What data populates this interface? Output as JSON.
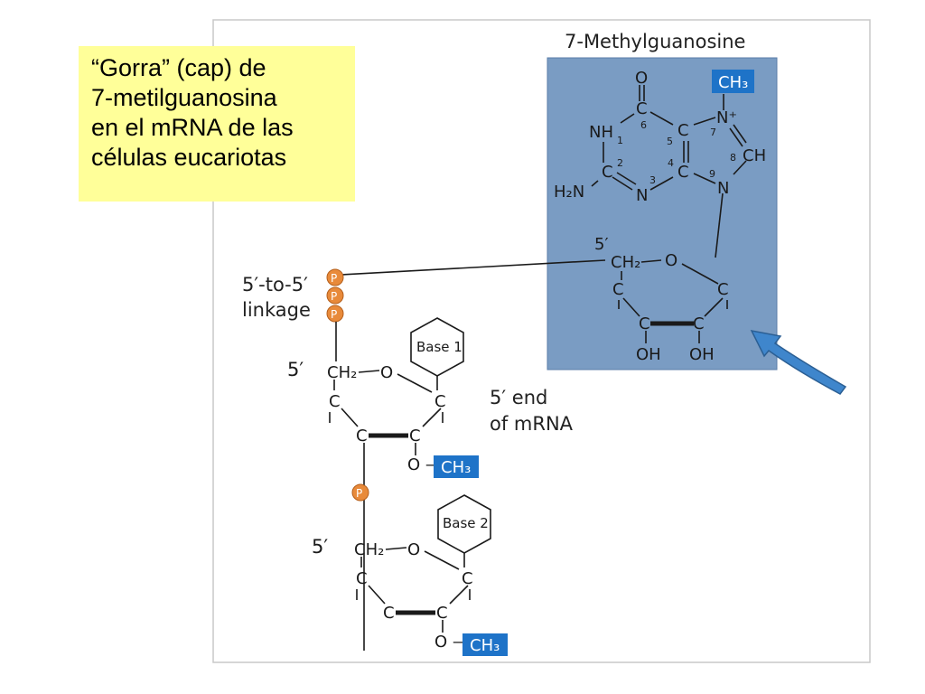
{
  "note": {
    "lines": [
      "“Gorra” (cap) de",
      "7-metilguanosina",
      "en el mRNA de las",
      "células eucariotas"
    ]
  },
  "diagram": {
    "title": "7-Methylguanosine",
    "linkage": [
      "5′-to-5′",
      "linkage"
    ],
    "end_label": [
      "5′ end",
      "of mRNA"
    ],
    "prime_5": "5′",
    "phosphate": "P",
    "methyl": "CH₃",
    "bases": [
      "Base 1",
      "Base 2"
    ],
    "atoms": {
      "O": "O",
      "C": "C",
      "N": "N",
      "NH": "NH",
      "N_plus": "N⁺",
      "CH": "CH",
      "H2N": "H₂N",
      "CH2": "CH₂",
      "OH": "OH",
      "O_bond": "O —"
    },
    "ring_numbers": [
      "1",
      "2",
      "3",
      "4",
      "5",
      "6",
      "7",
      "8",
      "9"
    ]
  },
  "colors": {
    "cap_panel": "#7a9cc3",
    "note_bg": "#ffff99",
    "phosphate": "#e88a3a",
    "methyl_box": "#1e73c8",
    "arrow": "#3f86cc"
  }
}
